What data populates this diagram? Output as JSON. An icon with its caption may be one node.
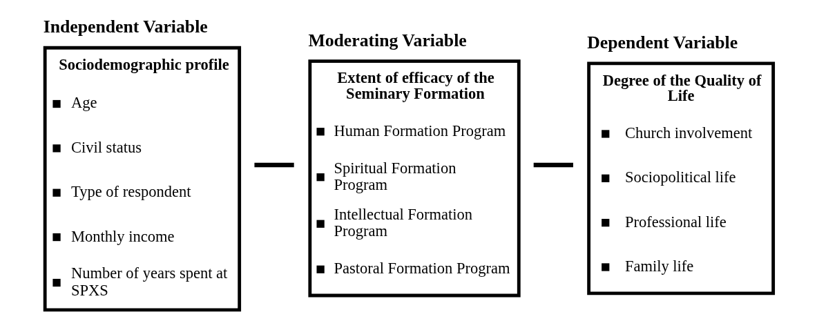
{
  "diagram": {
    "nodes": [
      {
        "text": [
          "Independent Variable",
          "Sociodemographic profile",
          "Age",
          "Civil status",
          "Type of respondent",
          "Monthly income",
          "Number of years spent at SPXS"
        ]
      },
      {
        "text": [
          "Moderating Variable",
          "Extent of efficacy of the Seminary Formation",
          "Human Formation Program",
          "Spiritual Formation Program",
          "Intellectual Formation Program",
          "Pastoral Formation Program"
        ]
      },
      {
        "text": [
          "Dependent Variable",
          "Degree of the Quality of Life",
          "Church involvement",
          "Sociopolitical life",
          "Professional life",
          "Family life"
        ]
      }
    ],
    "edges": [
      {
        "from": 0,
        "to": 1,
        "arrow": "none"
      },
      {
        "from": 1,
        "to": 2,
        "arrow": "none"
      }
    ]
  }
}
